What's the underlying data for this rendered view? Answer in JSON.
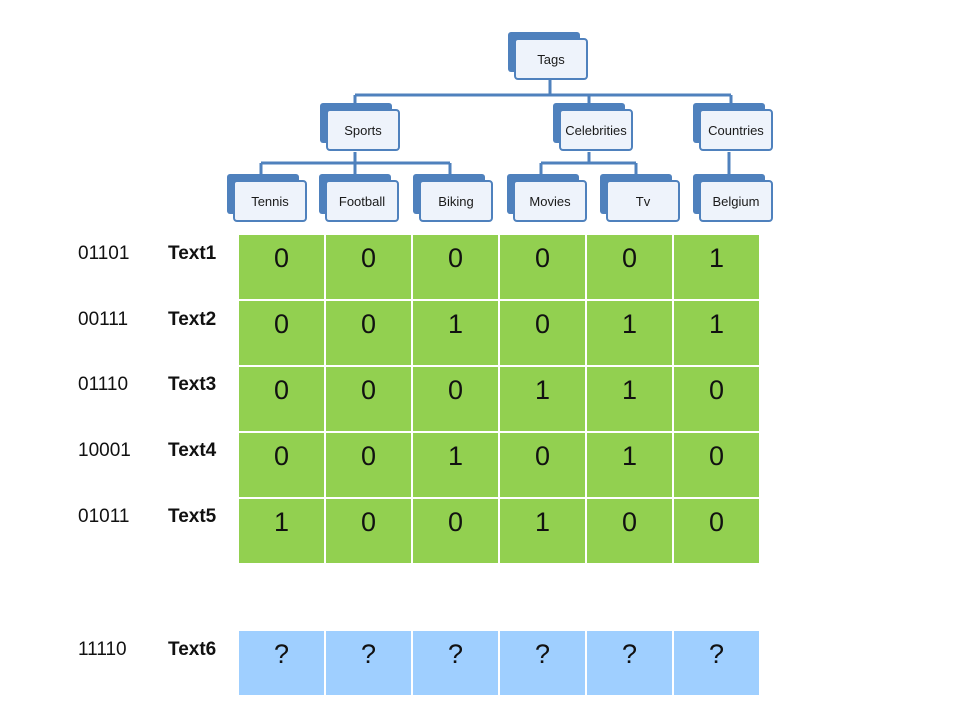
{
  "tree": {
    "root": "Tags",
    "categories": [
      {
        "label": "Sports",
        "children": [
          "Tennis",
          "Football",
          "Biking"
        ]
      },
      {
        "label": "Celebrities",
        "children": [
          "Movies",
          "Tv"
        ]
      },
      {
        "label": "Countries",
        "children": [
          "Belgium"
        ]
      }
    ]
  },
  "rows": [
    {
      "code": "01101",
      "label": "Text1",
      "values": [
        "0",
        "0",
        "0",
        "0",
        "0",
        "1"
      ]
    },
    {
      "code": "00111",
      "label": "Text2",
      "values": [
        "0",
        "0",
        "1",
        "0",
        "1",
        "1"
      ]
    },
    {
      "code": "01110",
      "label": "Text3",
      "values": [
        "0",
        "0",
        "0",
        "1",
        "1",
        "0"
      ]
    },
    {
      "code": "10001",
      "label": "Text4",
      "values": [
        "0",
        "0",
        "1",
        "0",
        "1",
        "0"
      ]
    },
    {
      "code": "01011",
      "label": "Text5",
      "values": [
        "1",
        "0",
        "0",
        "1",
        "0",
        "0"
      ]
    }
  ],
  "query_row": {
    "code": "11110",
    "label": "Text6",
    "values": [
      "?",
      "?",
      "?",
      "?",
      "?",
      "?"
    ]
  },
  "colors": {
    "node_fill": "#4f81bd",
    "node_face": "#eef3fb",
    "matrix": "#92d050",
    "query": "#9fcfff",
    "grid": "#ffffff"
  }
}
